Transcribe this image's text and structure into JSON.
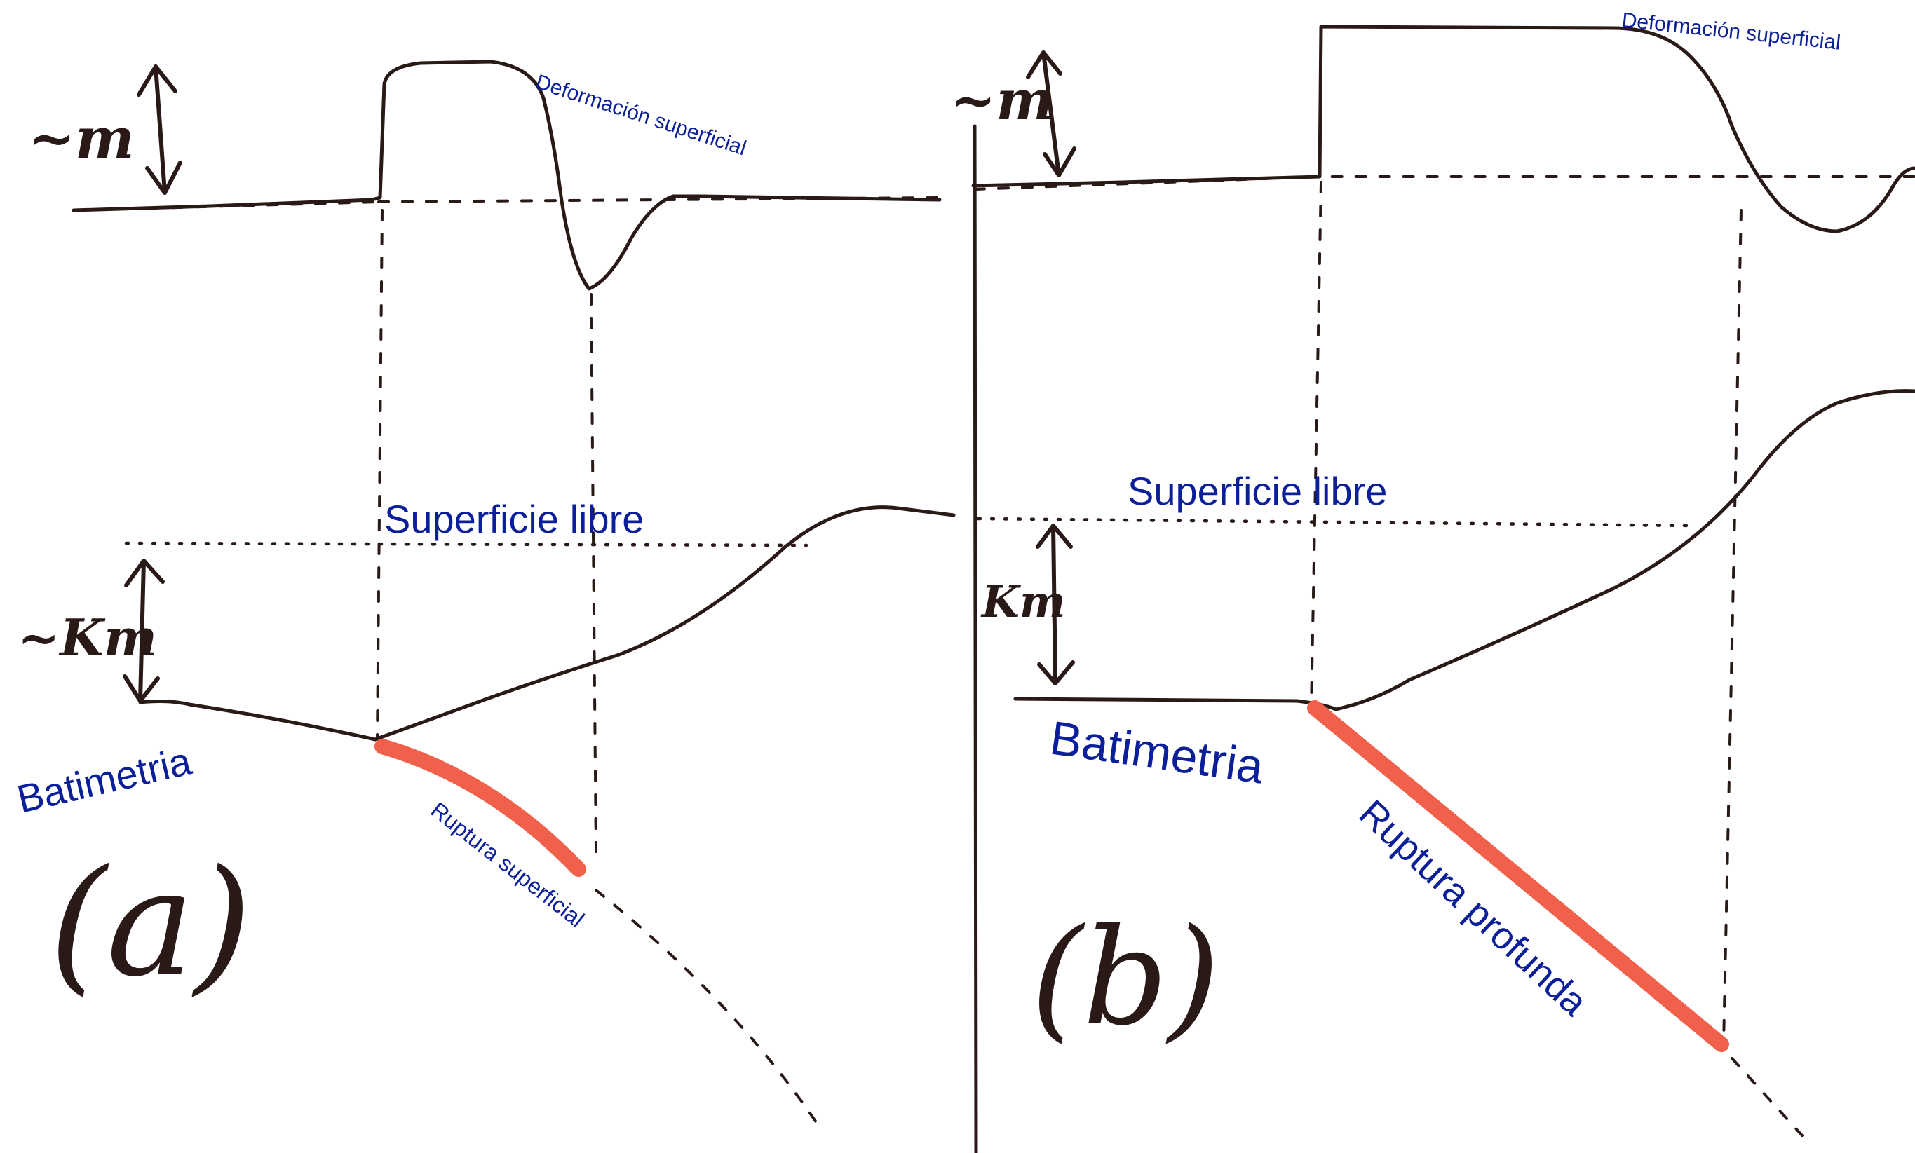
{
  "panel_a": {
    "label": "(a)",
    "surface_deformation_label": "Deformación superficial",
    "free_surface_label": "Superficie libre",
    "bathymetry_label": "Batimetria",
    "rupture_label": "Ruptura superficial",
    "deformation_scale_label": "~m",
    "depth_scale_label": "~Km"
  },
  "panel_b": {
    "label": "(b)",
    "surface_deformation_label": "Deformación superficial",
    "free_surface_label": "Superficie libre",
    "bathymetry_label": "Batimetria",
    "rupture_label": "Ruptura profunda",
    "deformation_scale_label": "~m",
    "depth_scale_label": "Km"
  },
  "colors": {
    "annotation_text": "#0c1f9a",
    "rupture": "#f0604a",
    "ink": "#2a1a17"
  }
}
